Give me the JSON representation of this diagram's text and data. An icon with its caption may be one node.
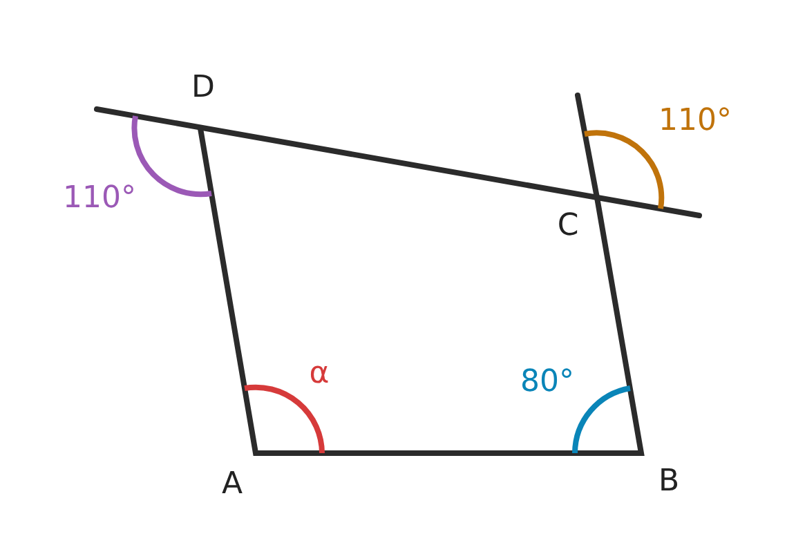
{
  "diagram": {
    "labels": [
      "D",
      "110°",
      "110°",
      "C",
      "α",
      "80°",
      "A",
      "B"
    ]
  }
}
